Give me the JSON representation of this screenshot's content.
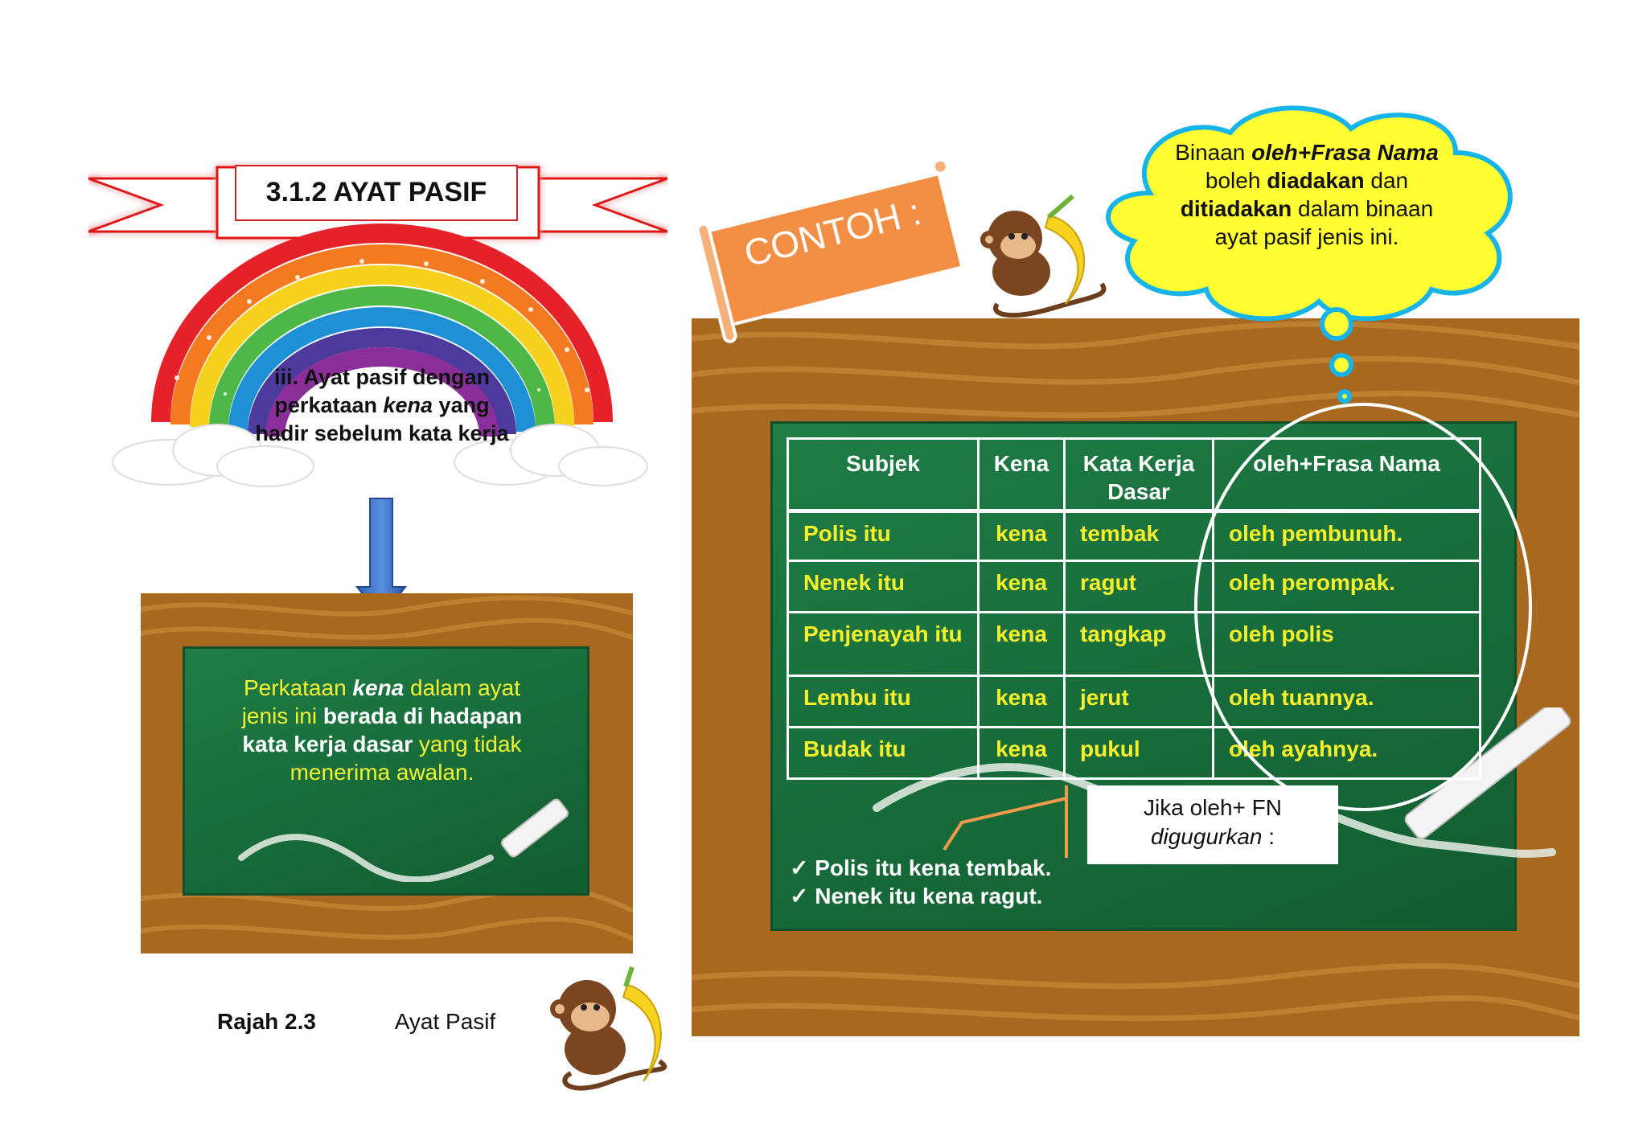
{
  "title": "3.1.2  AYAT PASIF",
  "rainbow_text": {
    "line1": "iii.  Ayat pasif dengan",
    "line2_a": "perkataan ",
    "line2_kena": "kena",
    "line2_b": " yang",
    "line3": "hadir sebelum kata kerja"
  },
  "small_board": {
    "l1_a": "Perkataan ",
    "l1_kena": "kena",
    "l1_b": " dalam ayat",
    "l2_a": "jenis ini ",
    "l2_b": "berada di hadapan",
    "l3_a": "kata kerja dasar",
    "l3_b": " yang tidak",
    "l4": "menerima awalan."
  },
  "caption": {
    "label": "Rajah 2.3",
    "text": "Ayat Pasif"
  },
  "contoh_label": "CONTOH :",
  "cloud": {
    "l1_a": "Binaan ",
    "l1_b": "oleh+Frasa Nama",
    "l2_a": "boleh ",
    "l2_b": "diadakan",
    "l2_c": " dan",
    "l3_a": "ditiadakan",
    "l3_b": " dalam binaan",
    "l4": "ayat pasif jenis ini."
  },
  "table": {
    "headers": [
      "Subjek",
      "Kena",
      "Kata Kerja Dasar",
      "oleh+Frasa Nama"
    ],
    "header_kkd_1": "Kata Kerja",
    "header_kkd_2": "Dasar",
    "rows": [
      [
        "Polis itu",
        "kena",
        "tembak",
        "oleh pembunuh."
      ],
      [
        "Nenek itu",
        "kena",
        "ragut",
        "oleh perompak."
      ],
      [
        "Penjenayah itu",
        "kena",
        "tangkap",
        "oleh polis"
      ],
      [
        "Lembu itu",
        "kena",
        "jerut",
        "oleh tuannya."
      ],
      [
        "Budak itu",
        "kena",
        "pukul",
        "oleh ayahnya."
      ]
    ]
  },
  "note": {
    "l1": "Jika oleh+ FN",
    "l2": "digugurkan",
    "l2_suffix": " :"
  },
  "examples": [
    {
      "mark": "✓",
      "text": "Polis itu kena tembak."
    },
    {
      "mark": "✓",
      "text": "Nenek itu kena ragut."
    }
  ],
  "colors": {
    "board_green": "#196f3d",
    "wood": "#a9681f",
    "board_yellow_text": "#f5f02a",
    "cloud_yellow": "#ffff33",
    "cloud_border": "#16b4e8",
    "contoh_orange": "#f09040"
  }
}
